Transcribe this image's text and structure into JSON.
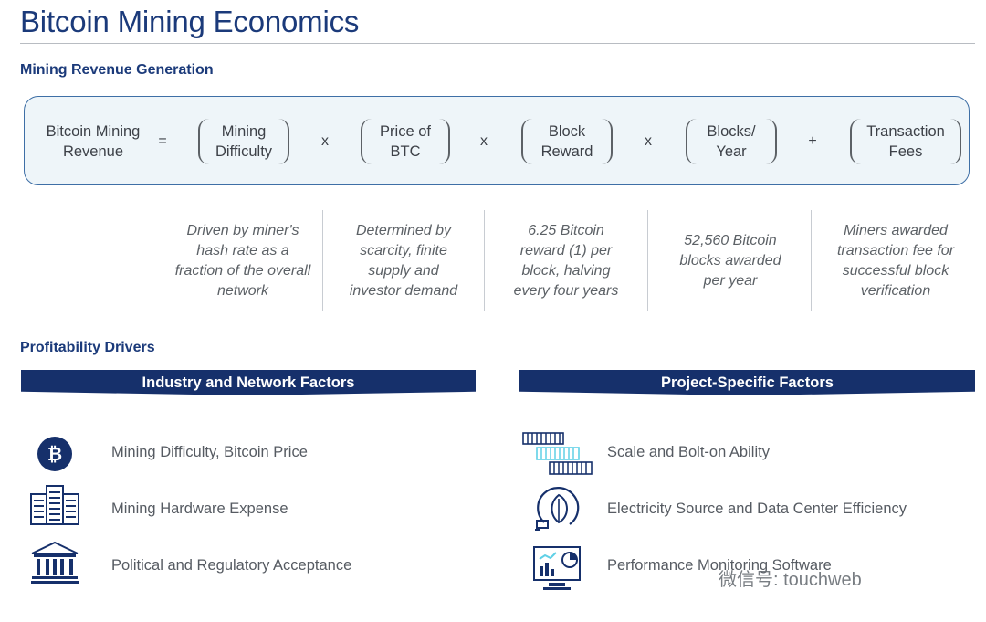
{
  "title": "Bitcoin Mining Economics",
  "revenue_section": {
    "heading": "Mining Revenue Generation",
    "lhs": "Bitcoin Mining\nRevenue",
    "equals": "=",
    "terms": [
      {
        "label": "Mining\nDifficulty"
      },
      {
        "label": "Price of\nBTC"
      },
      {
        "label": "Block\nReward"
      },
      {
        "label": "Blocks/\nYear"
      },
      {
        "label": "Transaction\nFees"
      }
    ],
    "operators": [
      "x",
      "x",
      "x",
      "+"
    ],
    "descriptions": [
      "Driven by miner's\nhash rate as a\nfraction of the overall\nnetwork",
      "Determined by\nscarcity, finite\nsupply and\ninvestor demand",
      "6.25 Bitcoin\nreward (1) per\nblock, halving\nevery four years",
      "52,560 Bitcoin\nblocks awarded\nper year",
      "Miners awarded\ntransaction fee for\nsuccessful block\nverification"
    ]
  },
  "profitability": {
    "heading": "Profitability Drivers",
    "industry": {
      "banner": "Industry and Network Factors",
      "items": [
        {
          "label": "Mining Difficulty, Bitcoin Price",
          "icon": "bitcoin-icon"
        },
        {
          "label": "Mining Hardware Expense",
          "icon": "server-rack-icon"
        },
        {
          "label": "Political and Regulatory Acceptance",
          "icon": "government-building-icon"
        }
      ]
    },
    "project": {
      "banner": "Project-Specific Factors",
      "items": [
        {
          "label": "Scale and Bolt-on Ability",
          "icon": "modular-blocks-icon"
        },
        {
          "label": "Electricity Source and Data Center Efficiency",
          "icon": "green-energy-plug-icon"
        },
        {
          "label": "Performance Monitoring Software",
          "icon": "monitoring-dashboard-icon"
        }
      ]
    }
  },
  "watermark": "微信号: touchweb",
  "colors": {
    "navy": "#16306b",
    "title_blue": "#1b3a7a",
    "box_fill": "#eef5f9",
    "box_border": "#3e6fa6",
    "accent_cyan": "#5fd0e6"
  }
}
